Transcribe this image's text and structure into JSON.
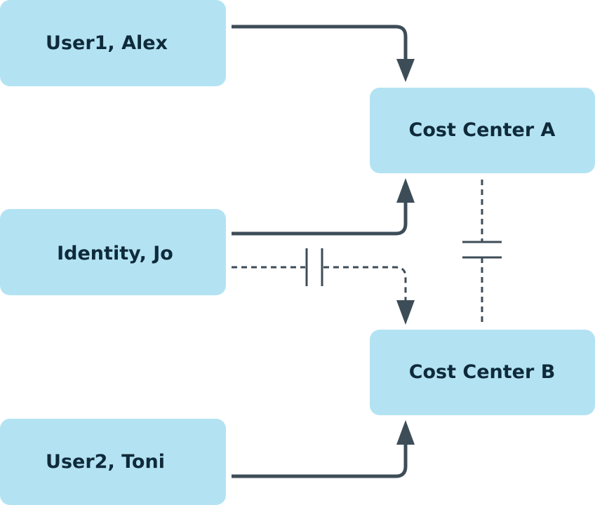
{
  "nodes": {
    "user1": "User1, Alex",
    "identity": "Identity, Jo",
    "user2": "User2, Toni",
    "cost_center_a": "Cost Center A",
    "cost_center_b": "Cost Center B"
  },
  "colors": {
    "box_fill": "#b3e3f3",
    "line": "#3d4d58",
    "text": "#0f2a3a",
    "background": "#ffffff"
  }
}
